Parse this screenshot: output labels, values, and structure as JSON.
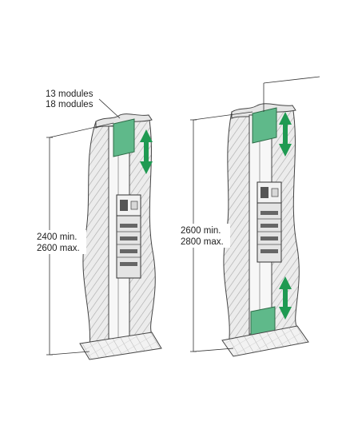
{
  "left_assembly": {
    "module_lines": [
      "13 modules",
      "18 modules"
    ],
    "height_lines": [
      "2400 min.",
      "2600 max."
    ]
  },
  "right_assembly": {
    "height_lines": [
      "2600 min.",
      "2800 max."
    ]
  },
  "colors": {
    "cover_green": "#5fb98a",
    "arrow_green": "#1f9a52",
    "wall_hatch": "#9a9a9a",
    "outline": "#333333",
    "panel_grey": "#d8d8d8"
  }
}
